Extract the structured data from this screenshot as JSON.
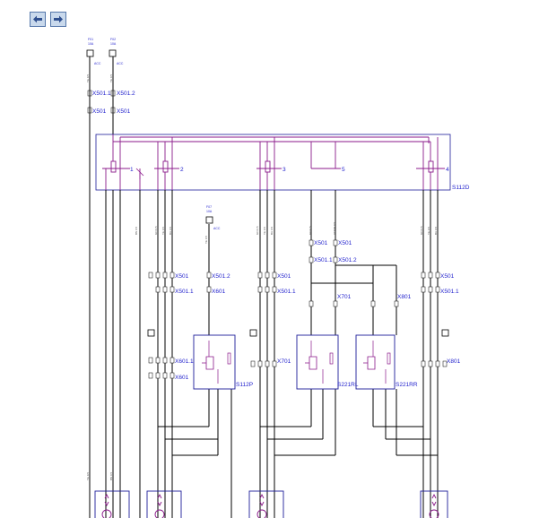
{
  "nav": {
    "back_icon": "arrow-left-icon",
    "forward_icon": "arrow-right-icon"
  },
  "colors": {
    "wire": "#000000",
    "module": "#1d1d9a",
    "switch": "#8b1a8b",
    "label": "#1d1dcc"
  },
  "diagram": {
    "connectors_top": {
      "x501_1": "X501.1",
      "x501_2": "X501.2",
      "x501_a": "X501",
      "x501_b": "X501"
    },
    "module_name": "S112D",
    "switch_numbers": [
      "1",
      "2",
      "3",
      "5",
      "4"
    ],
    "fuse_label": "F07",
    "mid_connectors": {
      "c1": "X501.2",
      "c2": "X601",
      "c3": "X501",
      "c4": "X501.1",
      "c5": "X501",
      "c6": "X501.1",
      "c7": "X501",
      "c8": "X501.1",
      "c9": "X501",
      "c10": "X501.2",
      "c11": "X701",
      "c12": "X801",
      "c13": "X501",
      "c14": "X501.1"
    },
    "lower_connectors": {
      "c1": "X601.1",
      "c2": "X601",
      "c3": "X701",
      "c4": "X801"
    },
    "units": {
      "u1": "S112P",
      "u2": "S221RL",
      "u3": "S221RR"
    }
  }
}
